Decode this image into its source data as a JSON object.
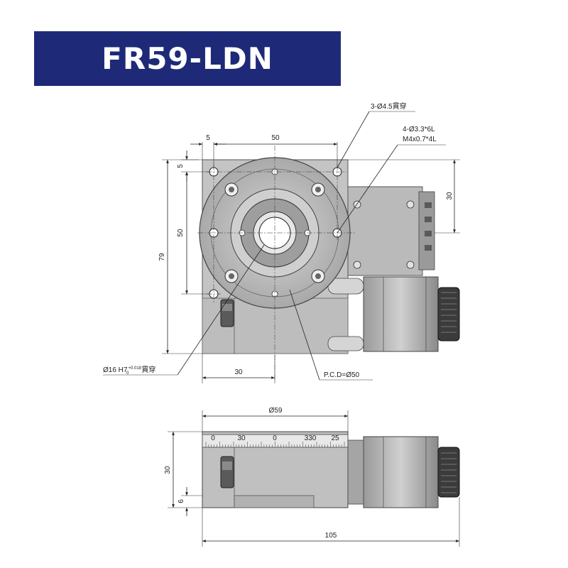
{
  "title": "FR59-LDN",
  "colors": {
    "banner": "#1e2a78",
    "body": "#b9b9b9",
    "body_dark": "#8c8c8c",
    "line": "#222222"
  },
  "annotations": {
    "through_holes": "3-Ø4.5貫穿",
    "tapped_line1": "4-Ø3.3*6L",
    "tapped_line2": "M4x0.7*4L",
    "bore": "Ø16 H7",
    "bore_tol_upper": "+0.018",
    "bore_tol_lower": "0",
    "bore_suffix": "貫穿",
    "pcd": "P.C.D=Ø50"
  },
  "top_view_dims": {
    "d5_left": "5",
    "d50_top": "50",
    "d5_side": "5",
    "d50_side": "50",
    "d79": "79",
    "d30_right": "30",
    "d30_bottom": "30"
  },
  "side_view_dims": {
    "d59": "Ø59",
    "d30": "30",
    "d6": "6",
    "d105": "105"
  },
  "scale_labels": [
    "0",
    "30",
    "0",
    "330",
    "25"
  ]
}
